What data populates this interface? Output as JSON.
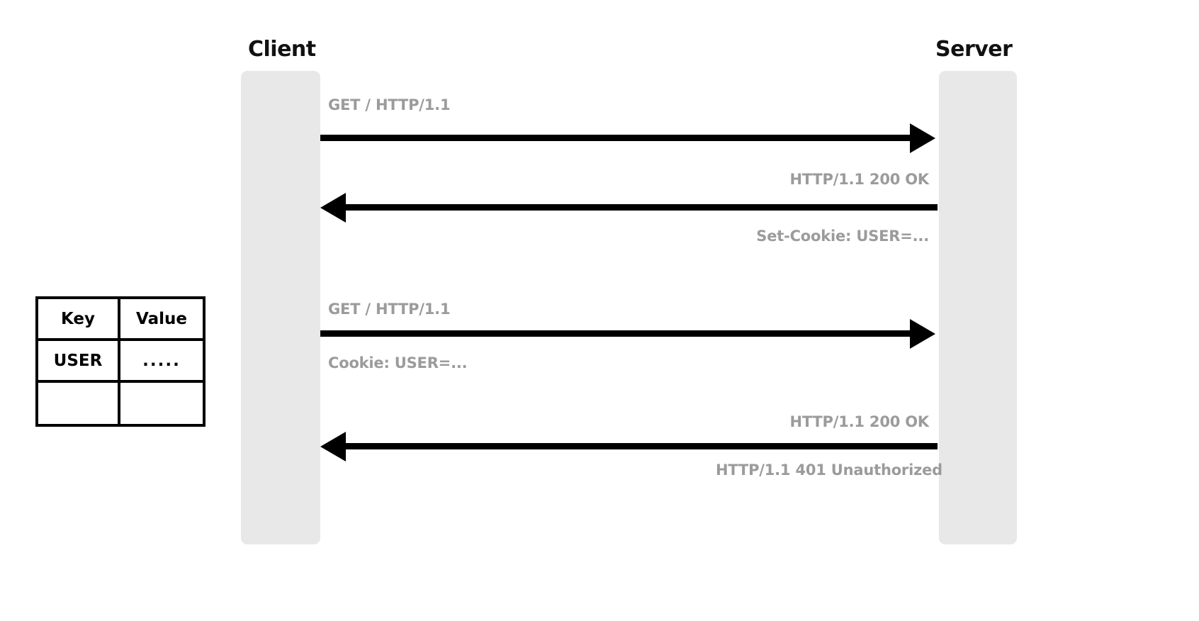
{
  "diagram": {
    "title": "HTTP Cookie Session Sequence Diagram",
    "type": "sequence-diagram",
    "background_color": "#ffffff",
    "lifeline_color": "#e8e8e8",
    "arrow_color": "#000000",
    "message_text_color": "#9b9b9b",
    "actor_text_color": "#111111"
  },
  "actors": [
    {
      "id": "client",
      "label": "Client"
    },
    {
      "id": "server",
      "label": "Server"
    }
  ],
  "messages": [
    {
      "index": 1,
      "direction": "client-to-server",
      "label_above": "GET / HTTP/1.1",
      "label_below": ""
    },
    {
      "index": 2,
      "direction": "server-to-client",
      "label_above": "HTTP/1.1 200 OK",
      "label_below": "Set-Cookie: USER=..."
    },
    {
      "index": 3,
      "direction": "client-to-server",
      "label_above": "GET / HTTP/1.1",
      "label_below": "Cookie: USER=..."
    },
    {
      "index": 4,
      "direction": "server-to-client",
      "label_above": "HTTP/1.1 200 OK",
      "label_below": "HTTP/1.1 401 Unauthorized"
    }
  ],
  "cookie_table": {
    "headers": [
      "Key",
      "Value"
    ],
    "rows": [
      {
        "key": "USER",
        "value": "....."
      },
      {
        "key": "",
        "value": ""
      }
    ]
  }
}
